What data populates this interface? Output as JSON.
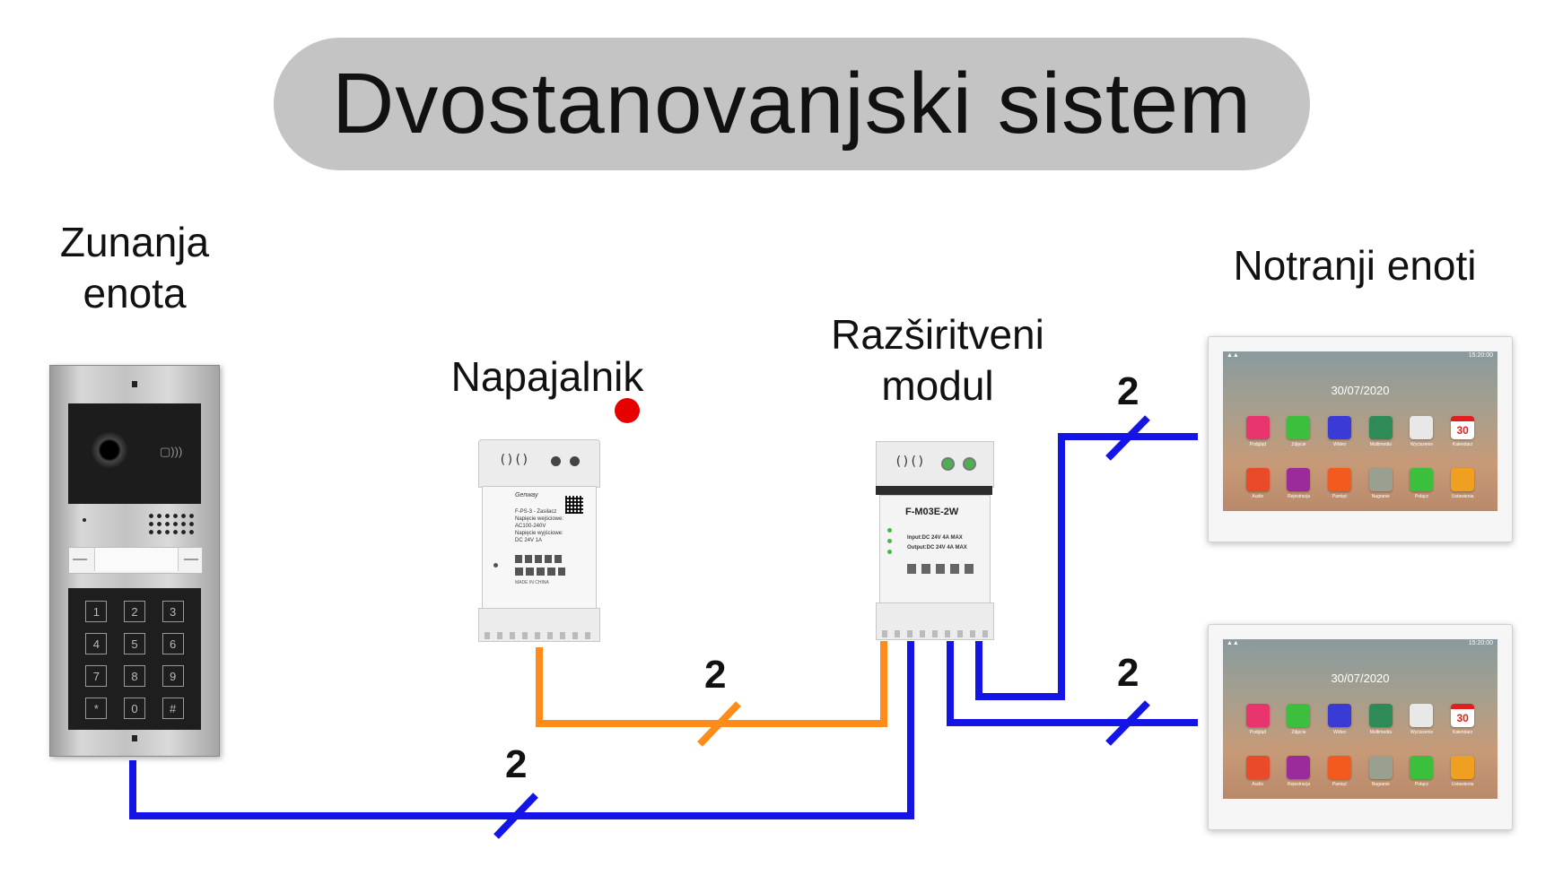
{
  "title": "Dvostanovanjski sistem",
  "labels": {
    "outdoor_line1": "Zunanja",
    "outdoor_line2": "enota",
    "power_supply": "Napajalnik",
    "expander_line1": "Razširitveni",
    "expander_line2": "modul",
    "indoor": "Notranji enoti"
  },
  "wire_counts": {
    "top_right": "2",
    "bottom_right": "2",
    "power": "2",
    "door": "2"
  },
  "colors": {
    "bus_wire": "#1414e6",
    "power_wire": "#ff8c1a",
    "status_dot": "#e60000",
    "title_bg": "#c4c4c4"
  },
  "keypad": [
    "1",
    "2",
    "3",
    "4",
    "5",
    "6",
    "7",
    "8",
    "9",
    "*",
    "0",
    "#"
  ],
  "power_supply_device": {
    "brand": "Genway",
    "model": "F-PS-3 - Zasilacz",
    "input_label": "Napięcie wejściowe:",
    "input_value": "AC100-240V",
    "output_label": "Napięcie wyjściowe:",
    "output_value": "DC 24V 1A",
    "origin": "MADE IN CHINA"
  },
  "expander_device": {
    "model": "F-M03E-2W",
    "input": "Input:DC 24V 4A MAX",
    "output": "Output:DC 24V 4A MAX"
  },
  "monitor": {
    "date": "30/07/2020",
    "time": "15:20:00",
    "calendar_day": "30",
    "apps_row1": [
      "Podgląd",
      "Zdjęcie",
      "Wideo",
      "Multimedia",
      "Wyciszenie",
      "Kalendarz"
    ],
    "apps_row2": [
      "Audio",
      "Rejestracja",
      "Pamięć",
      "Nagranie",
      "Połącz",
      "Ustawienia"
    ],
    "app_colors_row1": [
      "#e8356d",
      "#3cbf3c",
      "#3a3ad6",
      "#2e8b57",
      "#e8e8e8",
      "#ffffff"
    ],
    "app_colors_row2": [
      "#e84a2a",
      "#9b2b9b",
      "#f25a1e",
      "#9aa090",
      "#3cbf3c",
      "#f0a020"
    ]
  }
}
